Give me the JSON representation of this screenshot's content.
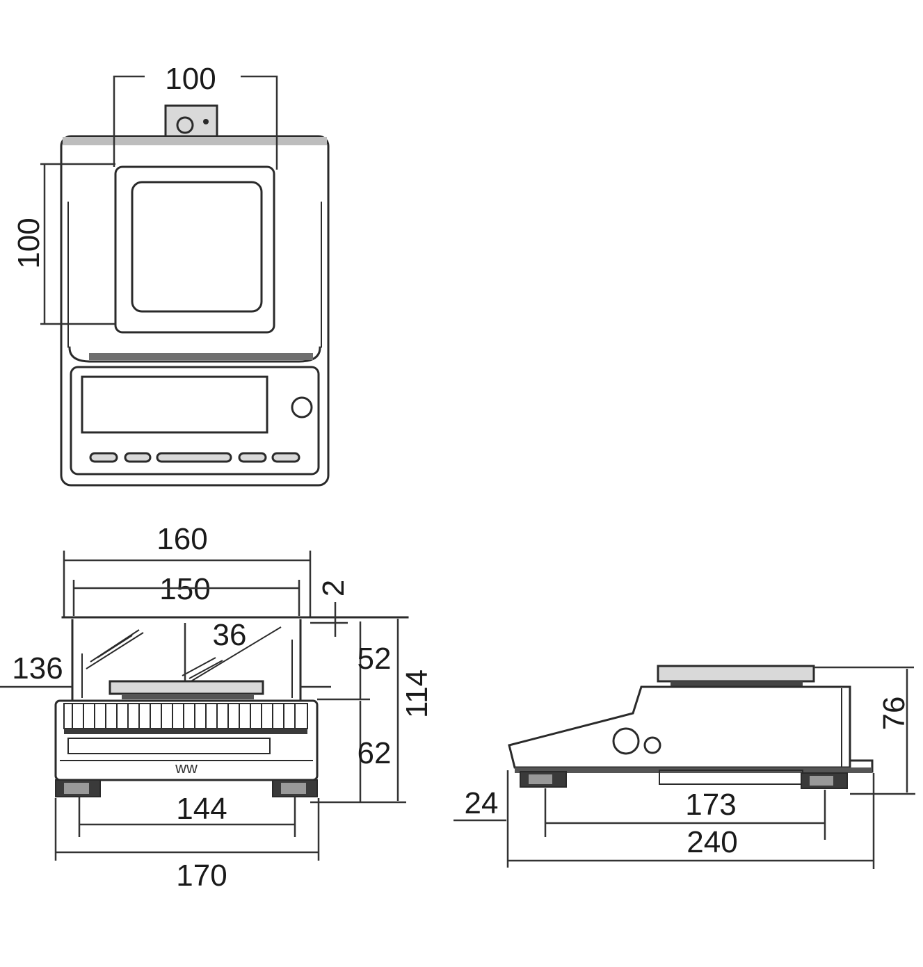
{
  "top_view": {
    "pan_width": "100",
    "pan_depth": "100"
  },
  "front_view": {
    "overall_width_top": "160",
    "inner_width_top": "150",
    "top_gap": "2",
    "pan_height": "36",
    "pan_level_width": "136",
    "upper_height": "52",
    "lower_height": "62",
    "total_height": "114",
    "foot_span": "144",
    "base_width": "170"
  },
  "side_view": {
    "height": "76",
    "foot_height": "24",
    "foot_span": "173",
    "length": "240"
  }
}
